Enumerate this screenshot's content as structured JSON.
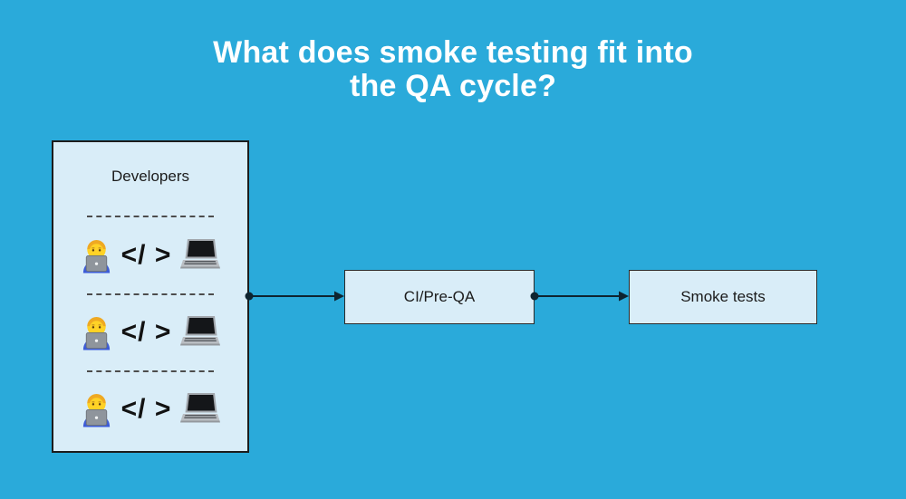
{
  "title": {
    "line1": "What does smoke testing fit into",
    "line2": "the QA cycle?"
  },
  "diagram": {
    "developers": {
      "label": "Developers",
      "rows": [
        {
          "left_icon": "technologist-emoji",
          "code_text": "</ >",
          "right_icon": "laptop-emoji"
        },
        {
          "left_icon": "technologist-emoji",
          "code_text": "</ >",
          "right_icon": "laptop-emoji"
        },
        {
          "left_icon": "technologist-emoji",
          "code_text": "</ >",
          "right_icon": "laptop-emoji"
        }
      ]
    },
    "nodes": [
      {
        "label": "CI/Pre-QA"
      },
      {
        "label": "Smoke tests"
      }
    ],
    "connectors": [
      {
        "from": "developers",
        "to": "ci-pre-qa"
      },
      {
        "from": "ci-pre-qa",
        "to": "smoke-tests"
      }
    ]
  },
  "colors": {
    "background": "#2AAADA",
    "box_fill": "#D9EDF8",
    "box_border": "#1C1C1C",
    "line": "#0E2430",
    "title_text": "#FFFFFF",
    "label_text": "#1B1B1B"
  }
}
